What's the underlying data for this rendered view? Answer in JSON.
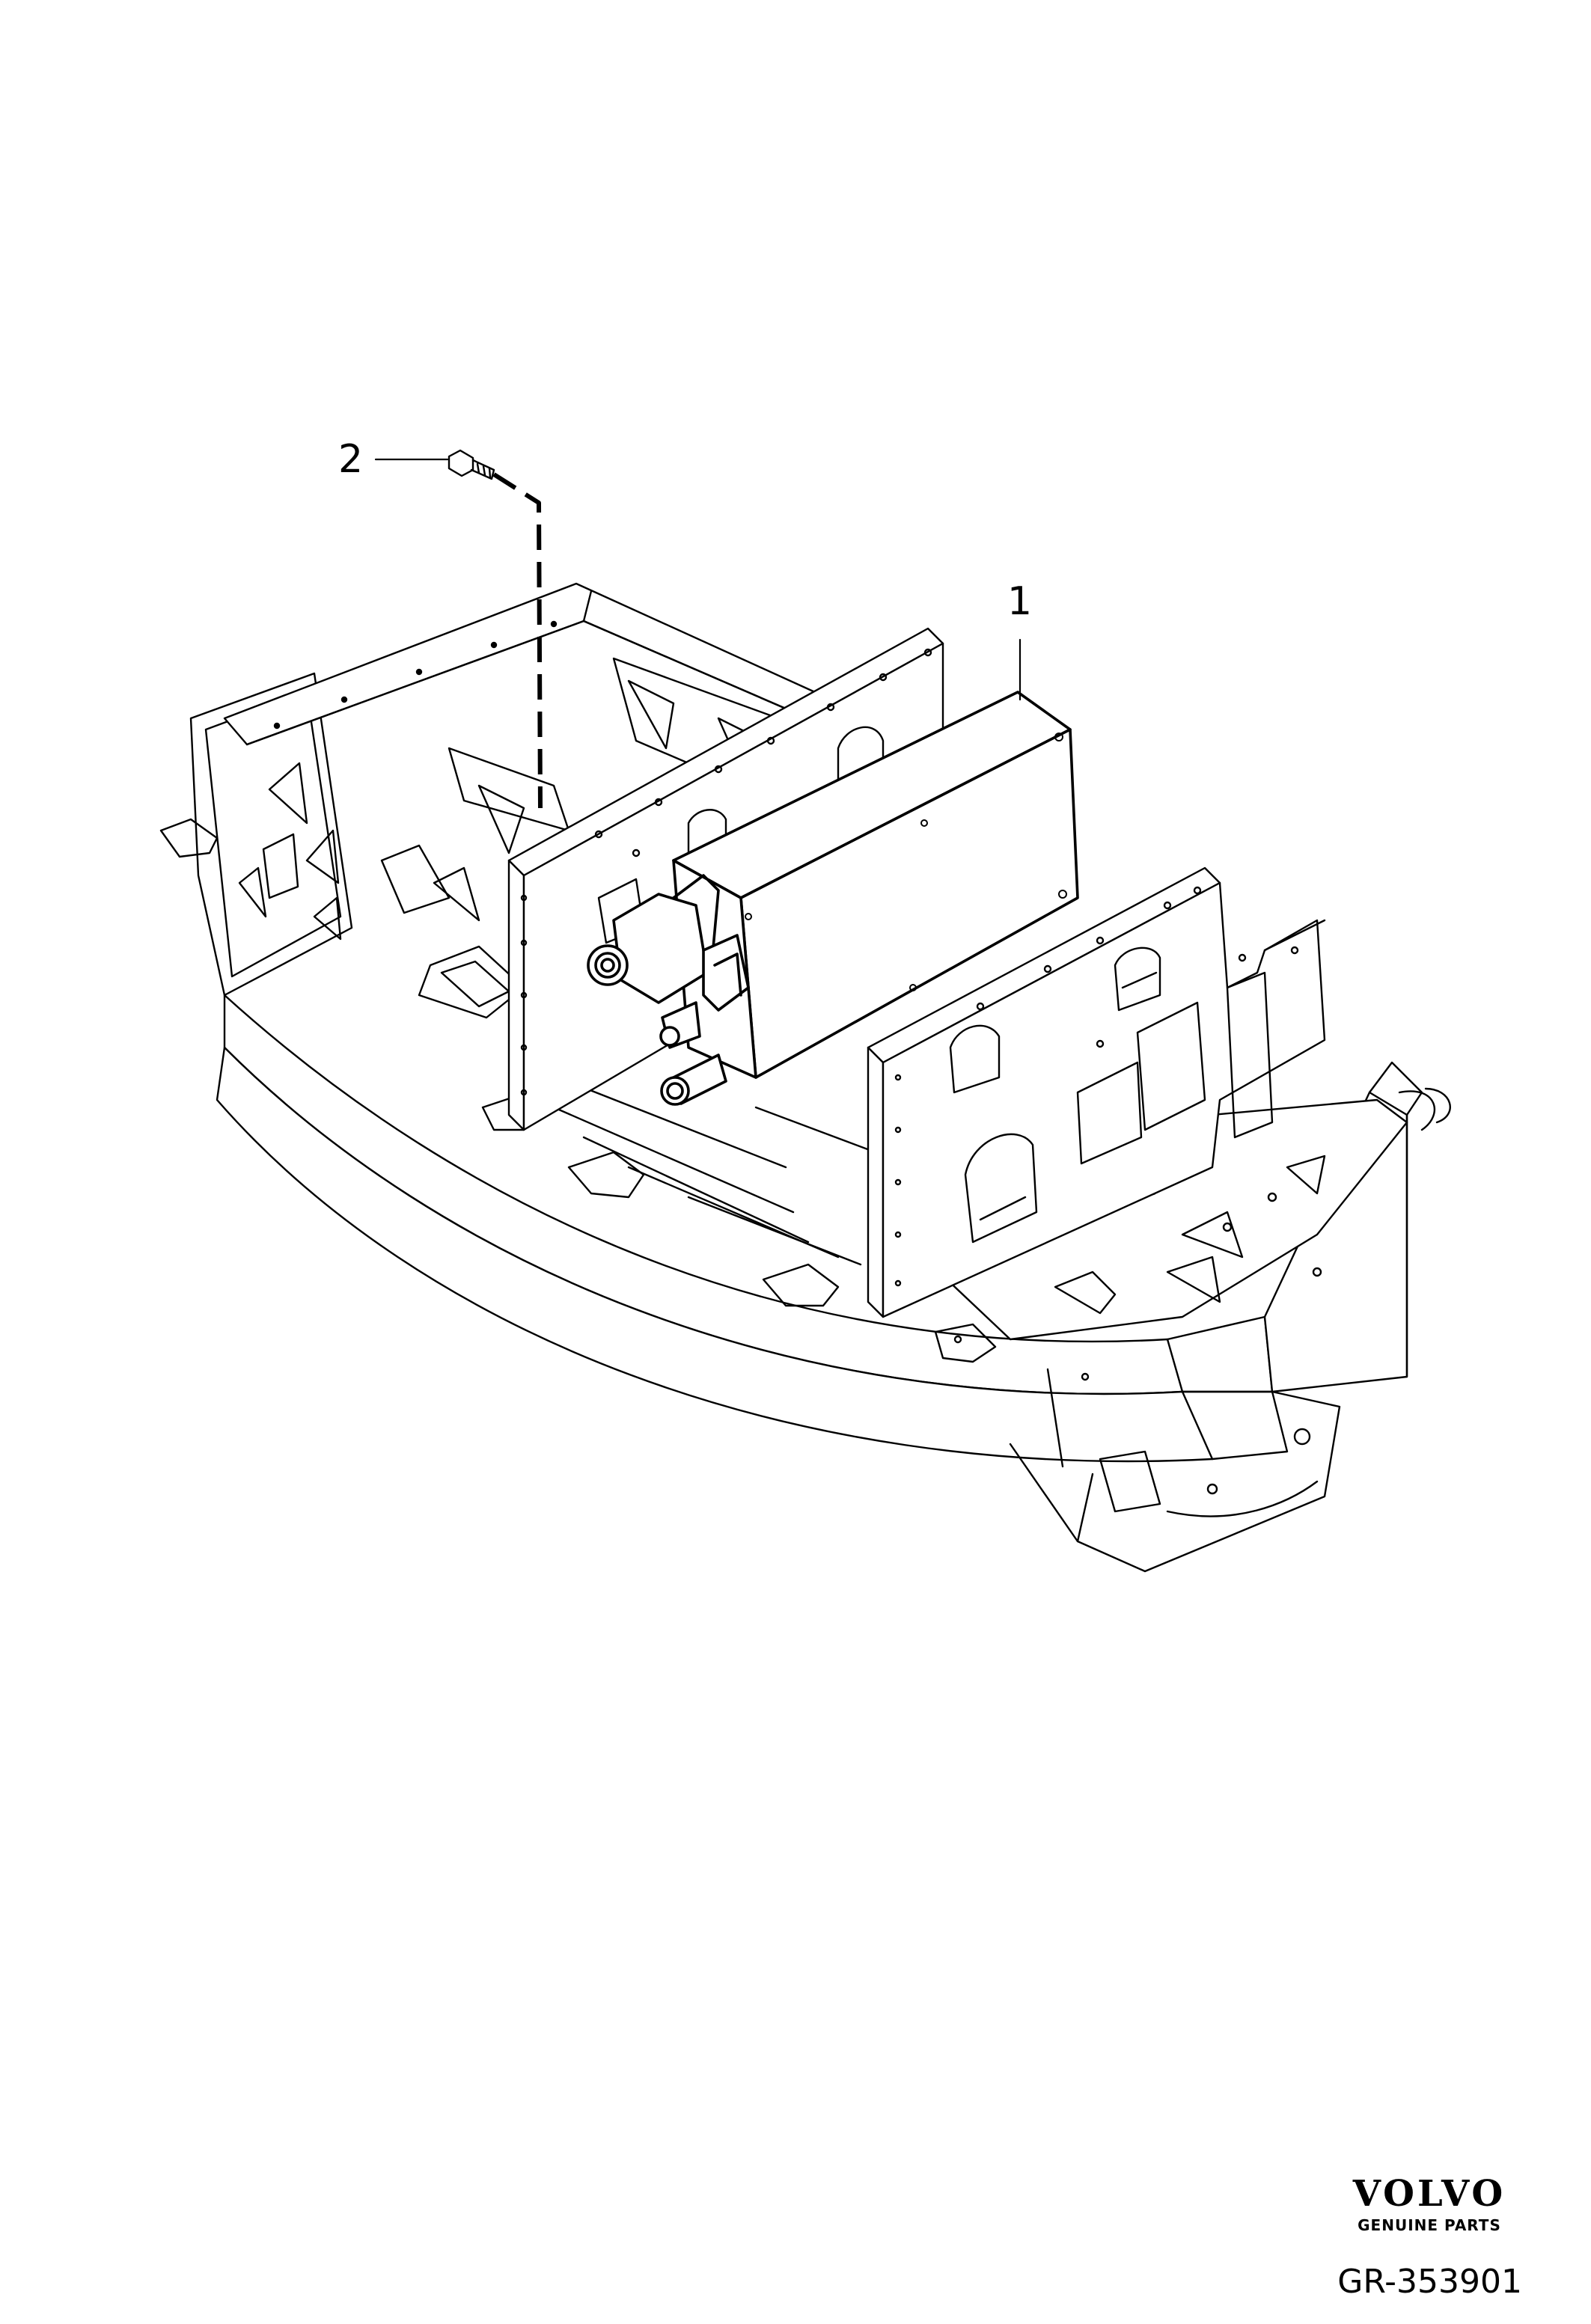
{
  "callouts": [
    {
      "number": "1",
      "part": "control-module-box"
    },
    {
      "number": "2",
      "part": "bolt"
    }
  ],
  "brand": {
    "logo": "VOLVO",
    "tagline": "GENUINE PARTS"
  },
  "reference": "GR-353901",
  "colors": {
    "line": "#000000",
    "background": "#ffffff"
  }
}
